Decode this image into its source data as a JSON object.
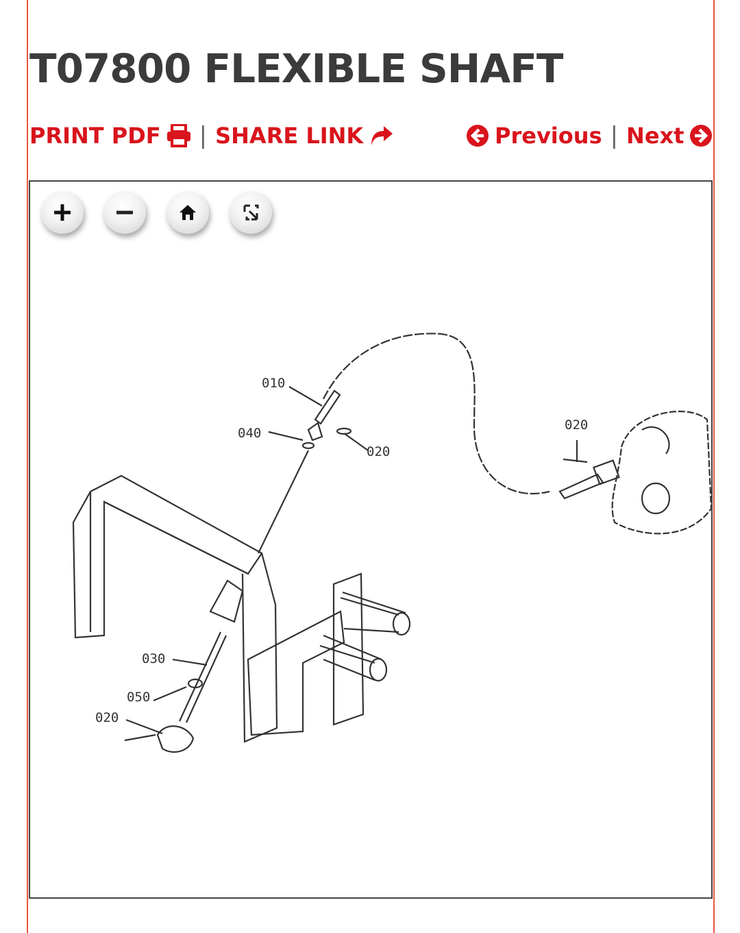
{
  "header": {
    "title": "T07800 FLEXIBLE SHAFT"
  },
  "actions": {
    "print_pdf": "PRINT PDF",
    "share_link": "SHARE LINK",
    "separator": "|",
    "previous": "Previous",
    "next": "Next"
  },
  "viewer": {
    "controls": [
      {
        "name": "zoom-in",
        "icon": "plus-icon"
      },
      {
        "name": "zoom-out",
        "icon": "minus-icon"
      },
      {
        "name": "home",
        "icon": "home-icon"
      },
      {
        "name": "fullscreen",
        "icon": "fullscreen-icon"
      }
    ],
    "callouts": [
      "010",
      "040",
      "020",
      "020",
      "030",
      "050",
      "020"
    ]
  },
  "colors": {
    "accent": "#d9141c",
    "rail": "#e8553e",
    "title": "#3b3b3b"
  }
}
